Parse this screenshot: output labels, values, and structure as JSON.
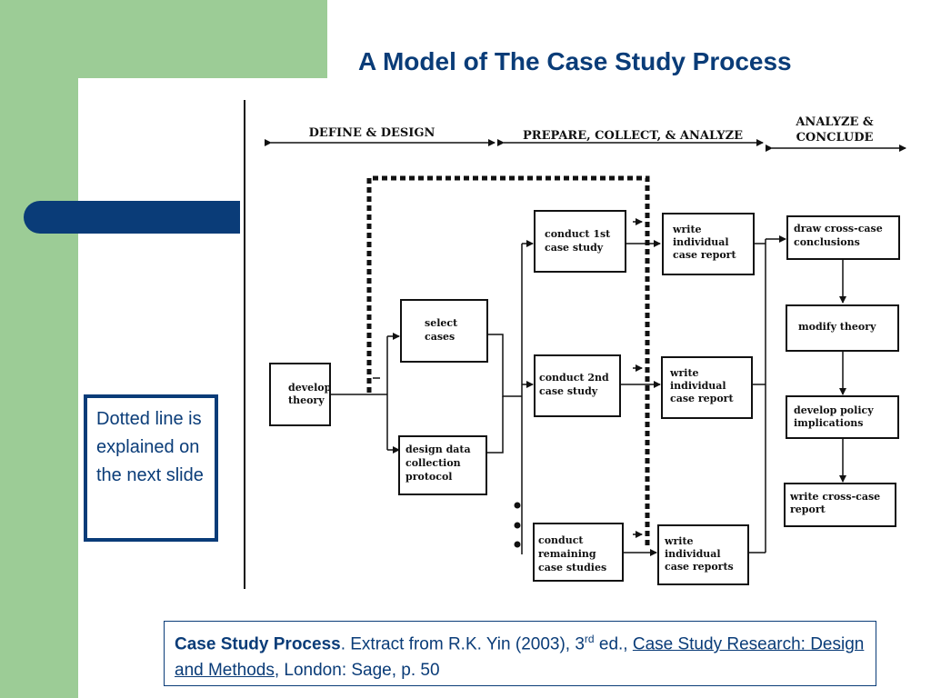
{
  "title": "A Model of The Case Study Process",
  "diagram": {
    "phases": {
      "define": "DEFINE & DESIGN",
      "prepare": "PREPARE, COLLECT, & ANALYZE",
      "conclude_1": "ANALYZE &",
      "conclude_2": "CONCLUDE"
    },
    "boxes": {
      "develop_theory": [
        "develop",
        "theory"
      ],
      "select_cases": [
        "select",
        "cases"
      ],
      "design_protocol": [
        "design data",
        "collection",
        "protocol"
      ],
      "conduct_1st": [
        "conduct 1st",
        "case study"
      ],
      "conduct_2nd": [
        "conduct 2nd",
        "case study"
      ],
      "conduct_remaining": [
        "conduct",
        "remaining",
        "case studies"
      ],
      "write_report_1": [
        "write",
        "individual",
        "case report"
      ],
      "write_report_2": [
        "write",
        "individual",
        "case report"
      ],
      "write_reports_n": [
        "write",
        "individual",
        "case reports"
      ],
      "draw_conclusions": [
        "draw cross-case",
        "conclusions"
      ],
      "modify_theory": [
        "modify theory"
      ],
      "develop_policy": [
        "develop policy",
        "implications"
      ],
      "write_cross_case": [
        "write cross-case",
        "report"
      ]
    }
  },
  "note": "Dotted line is explained on the next slide",
  "caption": {
    "bold": "Case Study Process",
    "part1": ". Extract from R.K. Yin (2003), 3",
    "sup": "rd",
    "part2": " ed., ",
    "book": "Case Study Research: Design and Methods",
    "part3": ", London: Sage, p. 50"
  }
}
